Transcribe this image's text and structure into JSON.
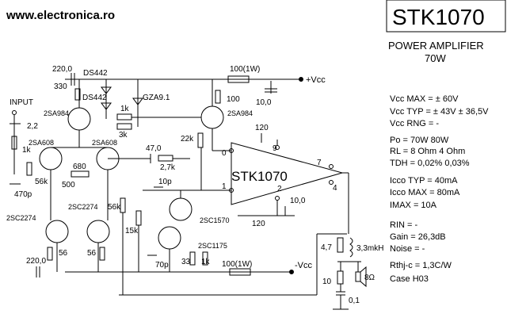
{
  "header": {
    "site": "www.electronica.ro",
    "chip": "STK1070",
    "subtitle": "POWER AMPLIFIER",
    "power": "70W"
  },
  "labels": {
    "input": "INPUT",
    "vcc_pos": "+Vcc",
    "vcc_neg": "-Vcc",
    "chip_body": "STK1070",
    "pin0": "0",
    "pin1": "1",
    "pin2": "2",
    "pin4": "4",
    "pin7": "7",
    "pin9": "9"
  },
  "components": {
    "c_220_top": "220,0",
    "c_330": "330",
    "ds442_a": "DS442",
    "ds442_b": "DS442",
    "gza": "GZA9.1",
    "r_100_1w_top": "100(1W)",
    "c_10_top": "10,0",
    "r_100": "100",
    "q_2sa984_l": "2SA984",
    "q_2sa984_r": "2SA984",
    "r_1k_mid": "1k",
    "r_3k": "3k",
    "r_22k": "22k",
    "c_120_top": "120",
    "c_2_2": "2,2",
    "r_1k_in": "1k",
    "q_2sa608_l": "2SA608",
    "q_2sa608_r": "2SA608",
    "c_47": "47,0",
    "r_2_7k": "2,7k",
    "r_680": "680",
    "r_56k": "56k",
    "c_470p": "470p",
    "r_500": "500",
    "c_10p": "10p",
    "q_2sc2274_l": "2SC2274",
    "q_2sc2274_r": "2SC2274",
    "r_56k_b": "56k",
    "r_15k": "15k",
    "q_2sc1570": "2SC1570",
    "c_10_mid": "10,0",
    "c_120_mid": "120",
    "r_56_l": "56",
    "r_56_r": "56",
    "q_2sc1175": "2SC1175",
    "c_70p": "70p",
    "r_33": "33",
    "r_1k_low": "1k",
    "r_100_1w_bot": "100(1W)",
    "c_220_bot": "220,0",
    "r_4_7": "4,7",
    "l_3_3": "3,3mkH",
    "r_10": "10",
    "spk_8": "8Ω",
    "c_0_1": "0,1"
  },
  "specs": [
    "Vcc MAX = ± 60V",
    "Vcc TYP = ± 43V  ± 36,5V",
    "Vcc RNG = -",
    "Po = 70W        80W",
    "RL = 8 Ohm     4 Ohm",
    "TDH = 0,02%     0,03%",
    "Icco TYP = 40mA",
    "Icco MAX = 80mA",
    "IMAX =      10A",
    "RIN = -",
    "Gain = 26,3dB",
    "Noise = -",
    "Rthj-c = 1,3C/W",
    "Case   H03"
  ]
}
